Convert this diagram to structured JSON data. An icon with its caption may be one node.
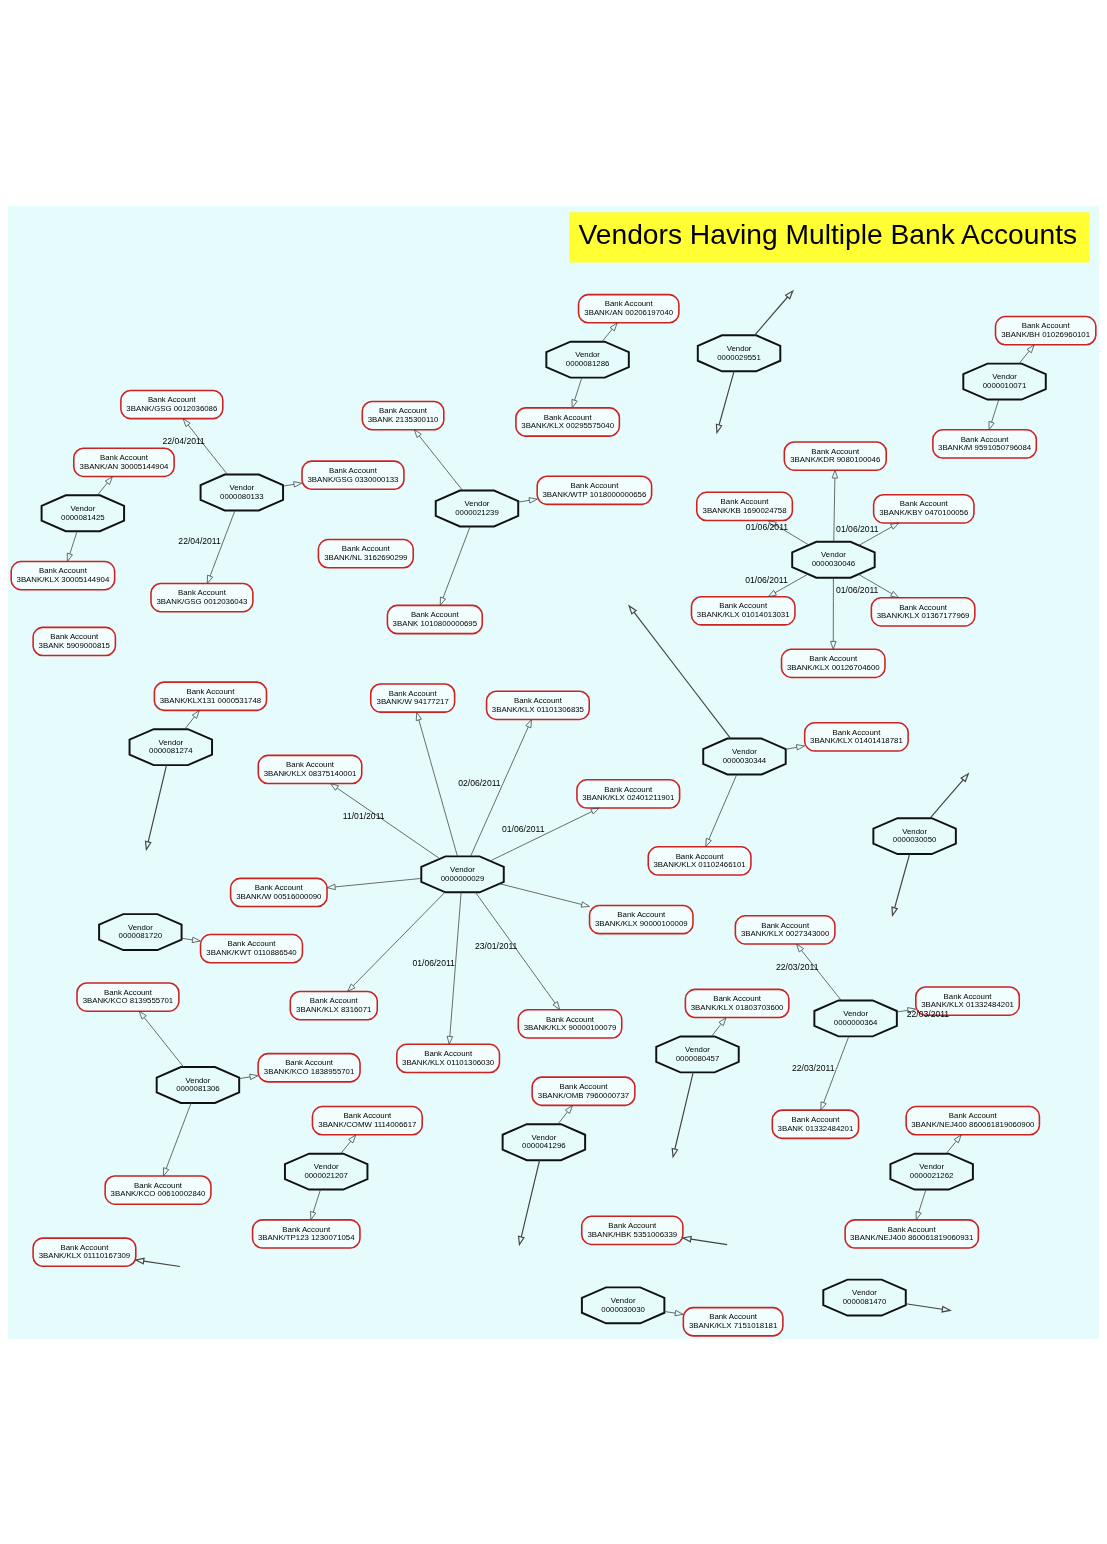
{
  "diagram": {
    "title": "Vendors Having Multiple Bank Accounts",
    "nodes": [
      {
        "text": [
          "Vendor",
          "0000000364"
        ]
      },
      {
        "text": [
          "Bank Account",
          "3BANK/KLX 01332484201"
        ]
      },
      {
        "text": [
          "Bank Account",
          "3BANK 01332484201"
        ]
      },
      {
        "text": [
          "Bank Account",
          "3BANK/KLX 0027343000"
        ]
      },
      {
        "text": [
          "Bank Account",
          "3BANK/NL 3162690299"
        ]
      },
      {
        "text": [
          "Bank Account",
          "3BANK/HBK 5351006339"
        ]
      },
      {
        "text": [
          "Vendor",
          "0000080457"
        ]
      },
      {
        "text": [
          "Bank Account",
          "3BANK/KLX 01803703600"
        ]
      },
      {
        "text": [
          "Bank Account",
          "3BANK/KLX 01110167309"
        ]
      },
      {
        "text": [
          "Vendor",
          "0000081274"
        ]
      },
      {
        "text": [
          "Bank Account",
          "3BANK/KLX131 0000531748"
        ]
      },
      {
        "text": [
          "Vendor",
          "0000041296"
        ]
      },
      {
        "text": [
          "Bank Account",
          "3BANK/OMB 7960000737"
        ]
      },
      {
        "text": [
          "Bank Account",
          "3BANK 5909000815"
        ]
      },
      {
        "text": [
          "Vendor",
          "0000021207"
        ]
      },
      {
        "text": [
          "Bank Account",
          "3BANK/COMW 1114006617"
        ]
      },
      {
        "text": [
          "Bank Account",
          "3BANK/TP123 1230071054"
        ]
      },
      {
        "text": [
          "Vendor",
          "0000021262"
        ]
      },
      {
        "text": [
          "Bank Account",
          "3BANK/NEJ400 860061819060900"
        ]
      },
      {
        "text": [
          "Bank Account",
          "3BANK/NEJ400 860061819060931"
        ]
      },
      {
        "text": [
          "Vendor",
          "0000030046"
        ]
      },
      {
        "text": [
          "Bank Account",
          "3BANK/KLX 01367177969"
        ]
      },
      {
        "text": [
          "Bank Account",
          "3BANK/KLX 00126704600"
        ]
      },
      {
        "text": [
          "Bank Account",
          "3BANK/KB 1690024758"
        ]
      },
      {
        "text": [
          "Bank Account",
          "3BANK/KBY 0470100056"
        ]
      },
      {
        "text": [
          "Bank Account",
          "3BANK/KDR 9080100046"
        ]
      },
      {
        "text": [
          "Bank Account",
          "3BANK/KLX 01014013031"
        ]
      },
      {
        "text": [
          "Vendor",
          "0000081720"
        ]
      },
      {
        "text": [
          "Bank Account",
          "3BANK/KWT 0110886540"
        ]
      },
      {
        "text": [
          "Vendor",
          "0000080133"
        ]
      },
      {
        "text": [
          "Bank Account",
          "3BANK/GSG 0330000133"
        ]
      },
      {
        "text": [
          "Bank Account",
          "3BANK/GSG 0012036043"
        ]
      },
      {
        "text": [
          "Bank Account",
          "3BANK/GSG 0012036086"
        ]
      },
      {
        "text": [
          "Vendor",
          "0000021239"
        ]
      },
      {
        "text": [
          "Bank Account",
          "3BANK/WTP 1018000000656"
        ]
      },
      {
        "text": [
          "Bank Account",
          "3BANK 1010800000695"
        ]
      },
      {
        "text": [
          "Bank Account",
          "3BANK 2135300110"
        ]
      },
      {
        "text": [
          "Vendor",
          "0000000029"
        ]
      },
      {
        "text": [
          "Bank Account",
          "3BANK/KLX 02401211901"
        ]
      },
      {
        "text": [
          "Bank Account",
          "3BANK/KLX 01101306030"
        ]
      },
      {
        "text": [
          "Bank Account",
          "3BANK/KLX 08375140001"
        ]
      },
      {
        "text": [
          "Bank Account",
          "3BANK/KLX 01101306835"
        ]
      },
      {
        "text": [
          "Bank Account",
          "3BANK/W 94177217"
        ]
      },
      {
        "text": [
          "Bank Account",
          "3BANK/W 00516000090"
        ]
      },
      {
        "text": [
          "Bank Account",
          "3BANK/KLX 90000100009"
        ]
      },
      {
        "text": [
          "Bank Account",
          "3BANK/KLX 8316071"
        ]
      },
      {
        "text": [
          "Bank Account",
          "3BANK/KLX 90000100079"
        ]
      },
      {
        "text": [
          "Vendor",
          "0000081306"
        ]
      },
      {
        "text": [
          "Bank Account",
          "3BANK/KCO 1838955701"
        ]
      },
      {
        "text": [
          "Bank Account",
          "3BANK/KCO 00610002840"
        ]
      },
      {
        "text": [
          "Bank Account",
          "3BANK/KCO 8139555701"
        ]
      },
      {
        "text": [
          "Vendor",
          "0000081286"
        ]
      },
      {
        "text": [
          "Bank Account",
          "3BANK/AN 00206197040"
        ]
      },
      {
        "text": [
          "Bank Account",
          "3BANK/KLX 00295575040"
        ]
      },
      {
        "text": [
          "Vendor",
          "0000010071"
        ]
      },
      {
        "text": [
          "Bank Account",
          "3BANK/BH 01026960101"
        ]
      },
      {
        "text": [
          "Bank Account",
          "3BANK/M 9591050796084"
        ]
      },
      {
        "text": [
          "Vendor",
          "0000081425"
        ]
      },
      {
        "text": [
          "Bank Account",
          "3BANK/AN 30005144904"
        ]
      },
      {
        "text": [
          "Bank Account",
          "3BANK/KLX 30005144904"
        ]
      },
      {
        "text": [
          "Vendor",
          "0000030344"
        ]
      },
      {
        "text": [
          "Bank Account",
          "3BANK/KLX 01401418781"
        ]
      },
      {
        "text": [
          "Bank Account",
          "3BANK/KLX 01102466101"
        ]
      },
      {
        "text": [
          "Vendor",
          "0000030030"
        ]
      },
      {
        "text": [
          "Bank Account",
          "3BANK/KLX 7151018181"
        ]
      },
      {
        "text": [
          "Vendor",
          "0000081470"
        ]
      },
      {
        "text": [
          "Vendor",
          "0000030050"
        ]
      },
      {
        "text": [
          "Vendor",
          "0000029551"
        ]
      }
    ],
    "edges": [
      {
        "from": 0,
        "to": 1,
        "arrow": "to",
        "label": "22/03/2011"
      },
      {
        "from": 0,
        "to": 2,
        "arrow": "to",
        "label": "22/03/2011"
      },
      {
        "from": 0,
        "to": 3,
        "arrow": "to",
        "label": "22/03/2011"
      },
      {
        "from": null,
        "to": 5,
        "arrow": "to"
      },
      {
        "from": 6,
        "to": 7,
        "arrow": "to"
      },
      {
        "from": 6,
        "to": null,
        "arrow": "to"
      },
      {
        "from": null,
        "to": 8,
        "arrow": "to"
      },
      {
        "from": 9,
        "to": 10,
        "arrow": "to"
      },
      {
        "from": 9,
        "to": null,
        "arrow": "to"
      },
      {
        "from": 11,
        "to": 12,
        "arrow": "to"
      },
      {
        "from": 11,
        "to": null,
        "arrow": "to"
      },
      {
        "from": 14,
        "to": 15,
        "arrow": "to"
      },
      {
        "from": 14,
        "to": 16,
        "arrow": "to"
      },
      {
        "from": 17,
        "to": 18,
        "arrow": "to"
      },
      {
        "from": 17,
        "to": 19,
        "arrow": "to"
      },
      {
        "from": 20,
        "to": 21,
        "arrow": "to",
        "label": "01/06/2011"
      },
      {
        "from": 20,
        "to": 22,
        "arrow": "to"
      },
      {
        "from": 20,
        "to": 23,
        "arrow": "to",
        "label": "01/06/2011"
      },
      {
        "from": 20,
        "to": 24,
        "arrow": "to",
        "label": "01/06/2011"
      },
      {
        "from": 20,
        "to": 25,
        "arrow": "to"
      },
      {
        "from": 20,
        "to": 26,
        "arrow": "to",
        "label": "01/06/2011"
      },
      {
        "from": 27,
        "to": 28,
        "arrow": "to"
      },
      {
        "from": 29,
        "to": 30,
        "arrow": "to"
      },
      {
        "from": 29,
        "to": 31,
        "arrow": "to",
        "label": "22/04/2011"
      },
      {
        "from": 29,
        "to": 32,
        "arrow": "to",
        "label": "22/04/2011"
      },
      {
        "from": 33,
        "to": 34,
        "arrow": "to"
      },
      {
        "from": 33,
        "to": 35,
        "arrow": "to"
      },
      {
        "from": 33,
        "to": 36,
        "arrow": "to"
      },
      {
        "from": 37,
        "to": 38,
        "arrow": "to",
        "label": "01/06/2011"
      },
      {
        "from": 37,
        "to": 39,
        "arrow": "to",
        "label": "01/06/2011"
      },
      {
        "from": 37,
        "to": 40,
        "arrow": "to",
        "label": "11/01/2011"
      },
      {
        "from": 37,
        "to": 41,
        "arrow": "to",
        "label": "02/06/2011"
      },
      {
        "from": 37,
        "to": 42,
        "arrow": "to"
      },
      {
        "from": 37,
        "to": 43,
        "arrow": "to"
      },
      {
        "from": 37,
        "to": 44,
        "arrow": "to"
      },
      {
        "from": 37,
        "to": 45,
        "arrow": "to"
      },
      {
        "from": 37,
        "to": 46,
        "arrow": "to",
        "label": "23/01/2011"
      },
      {
        "from": 47,
        "to": 48,
        "arrow": "to"
      },
      {
        "from": 47,
        "to": 49,
        "arrow": "to"
      },
      {
        "from": 47,
        "to": 50,
        "arrow": "to"
      },
      {
        "from": 51,
        "to": 52,
        "arrow": "to"
      },
      {
        "from": 51,
        "to": 53,
        "arrow": "to"
      },
      {
        "from": 54,
        "to": 55,
        "arrow": "to"
      },
      {
        "from": 54,
        "to": 56,
        "arrow": "to"
      },
      {
        "from": 57,
        "to": 58,
        "arrow": "to"
      },
      {
        "from": 57,
        "to": 59,
        "arrow": "to"
      },
      {
        "from": 60,
        "to": 61,
        "arrow": "to"
      },
      {
        "from": 60,
        "to": 62,
        "arrow": "to"
      },
      {
        "from": 60,
        "to": null,
        "arrow": "to"
      },
      {
        "from": 63,
        "to": 64,
        "arrow": "to"
      },
      {
        "from": 65,
        "to": null,
        "arrow": "to"
      },
      {
        "from": 66,
        "to": null,
        "arrow": "to"
      },
      {
        "from": 66,
        "to": null,
        "arrow": "to"
      },
      {
        "from": 67,
        "to": null,
        "arrow": "to"
      },
      {
        "from": 67,
        "to": null,
        "arrow": "to"
      }
    ]
  }
}
